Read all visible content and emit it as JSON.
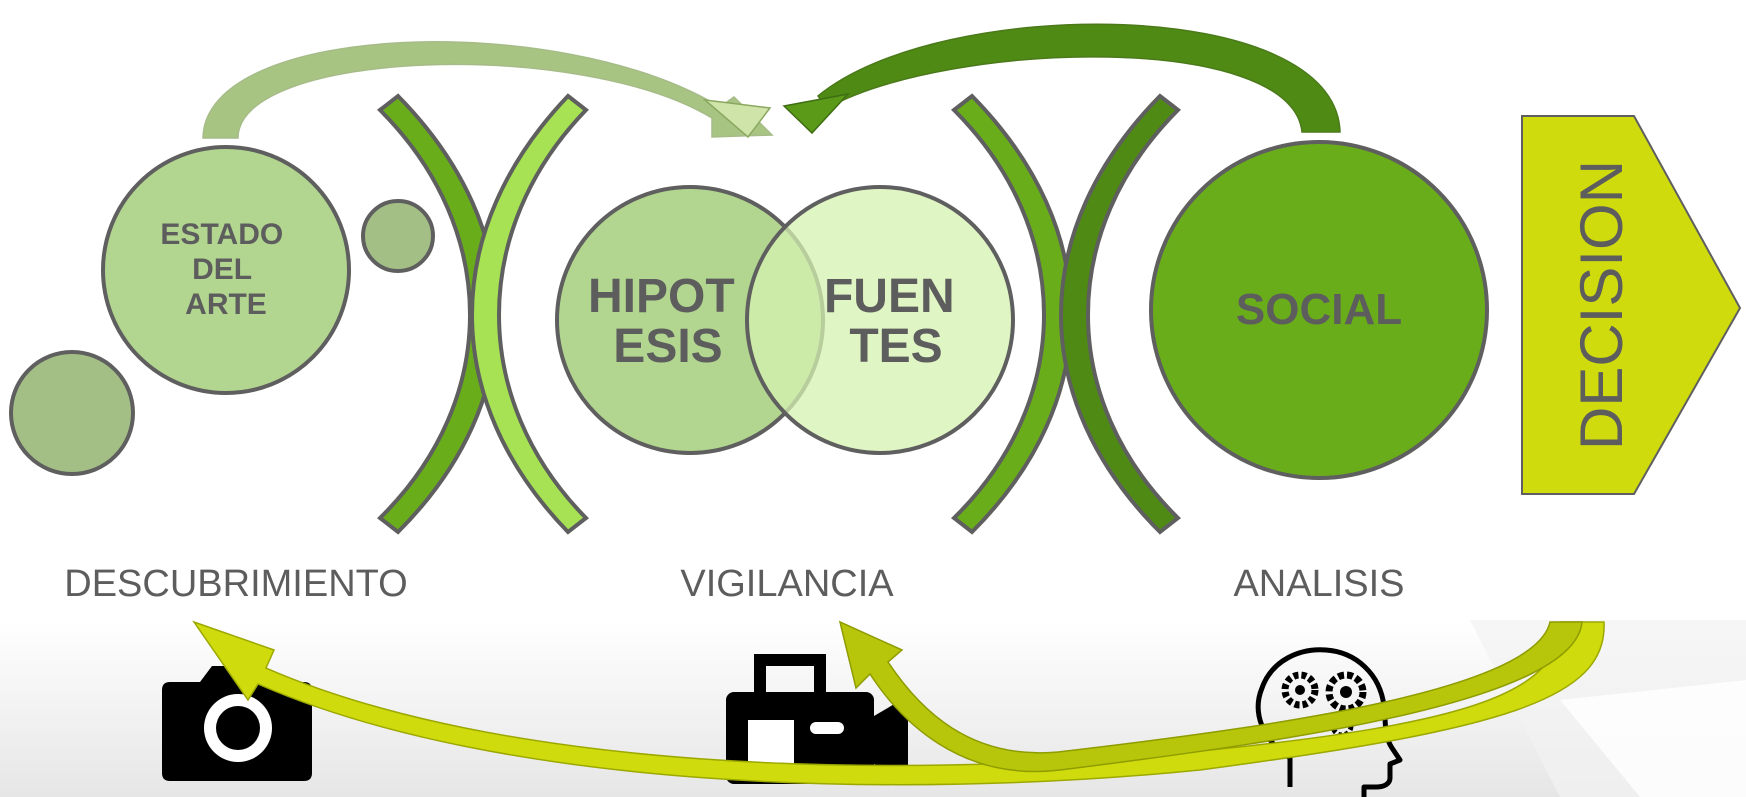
{
  "nodes": {
    "estado": {
      "line1": "ESTADO",
      "line2": "DEL",
      "line3": "ARTE"
    },
    "hipotesis": {
      "line1": "HIPOT",
      "line2": "ESIS"
    },
    "fuentes": {
      "line1": "FUEN",
      "line2": "TES"
    },
    "social": {
      "label": "SOCIAL"
    }
  },
  "decision": {
    "label": "DECISION"
  },
  "phases": {
    "descubrimiento": "DESCUBRIMIENTO",
    "vigilancia": "VIGILANCIA",
    "analisis": "ANALISIS"
  },
  "icons": [
    "camera-icon",
    "video-camera-icon",
    "head-gears-icon"
  ],
  "colors": {
    "text": "#5d5d5d",
    "outline": "#5f5f5f",
    "light_green": "#b2d690",
    "pale_green": "#d5f2b0",
    "mid_green": "#6aad1b",
    "sage": "#a4bf86",
    "lime": "#cfdb0c",
    "dark_green": "#4f8a14",
    "bright_green": "#a6e253"
  }
}
